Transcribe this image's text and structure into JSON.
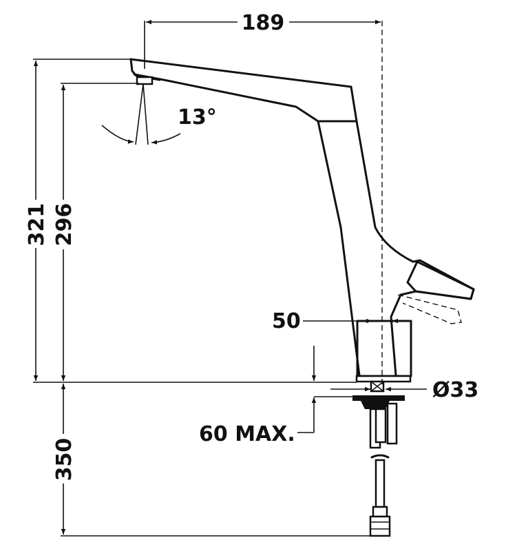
{
  "drawing": {
    "dimensions": {
      "spout_reach": "189",
      "total_height": "321",
      "spout_height": "296",
      "spout_rotation_angle": "13°",
      "body_width": "50",
      "hole_diameter": "Ø33",
      "max_deck_thickness": "60 MAX.",
      "hose_length": "350"
    }
  }
}
